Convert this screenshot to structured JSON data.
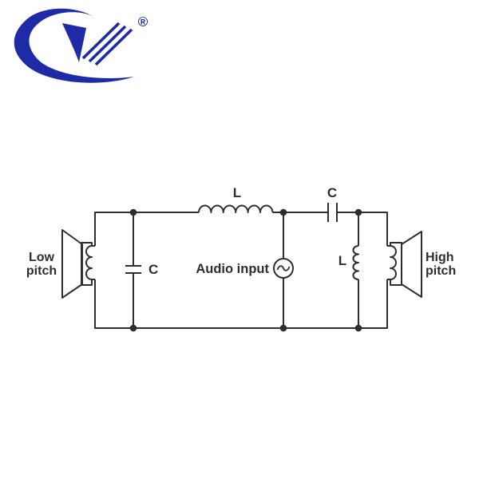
{
  "window": {
    "background": "#ffffff"
  },
  "logo": {
    "registered_mark": "®",
    "brand_color": "#1f2aa6"
  },
  "diagram": {
    "line_color": "#2e2e2e",
    "labels": {
      "series_inductor": "L",
      "series_capacitor": "C",
      "shunt_capacitor": "C",
      "shunt_inductor": "L",
      "audio_source": "Audio input",
      "low_speaker_line1": "Low",
      "low_speaker_line2": "pitch",
      "high_speaker_line1": "High",
      "high_speaker_line2": "pitch"
    },
    "components": [
      {
        "type": "speaker",
        "name": "low-pitch-speaker",
        "label": "Low pitch"
      },
      {
        "type": "capacitor",
        "name": "shunt-capacitor",
        "label": "C"
      },
      {
        "type": "inductor",
        "name": "series-inductor",
        "label": "L"
      },
      {
        "type": "ac-source",
        "name": "audio-input-source",
        "label": "Audio input"
      },
      {
        "type": "capacitor",
        "name": "series-capacitor",
        "label": "C"
      },
      {
        "type": "inductor",
        "name": "shunt-inductor",
        "label": "L"
      },
      {
        "type": "speaker",
        "name": "high-pitch-speaker",
        "label": "High pitch"
      }
    ]
  }
}
